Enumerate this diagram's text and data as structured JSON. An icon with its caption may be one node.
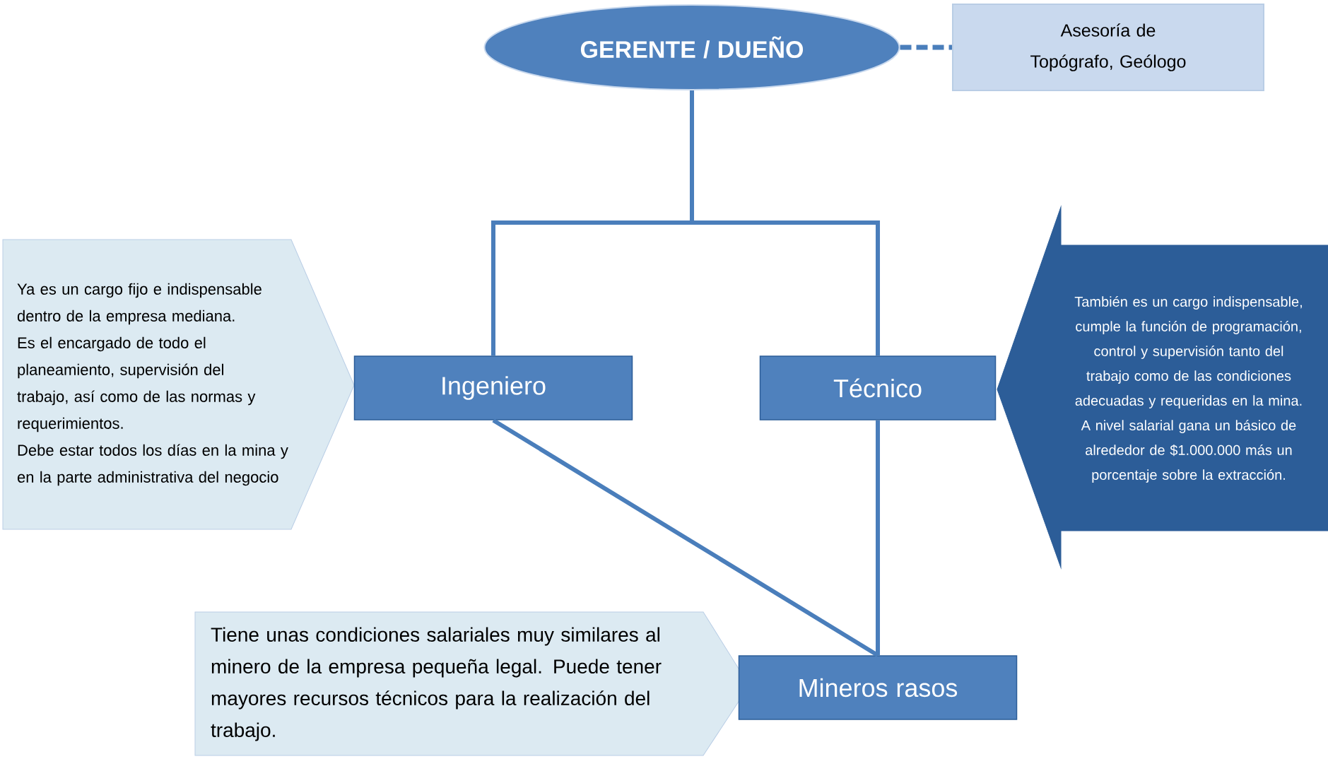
{
  "diagram": {
    "nodes": [
      {
        "text": [
          "GERENTE / DUEÑO"
        ]
      },
      {
        "text": [
          "Asesoría de Topógrafo, Geólogo"
        ]
      },
      {
        "text": [
          "Ya es un cargo fijo e indispensable dentro de la empresa mediana.",
          "Es el encargado de todo el planeamiento, supervisión del trabajo, así como de las normas y requerimientos.",
          "Debe estar todos los días en la mina y en la parte administrativa del negocio"
        ]
      },
      {
        "text": [
          "Ingeniero"
        ]
      },
      {
        "text": [
          "Técnico"
        ]
      },
      {
        "text": [
          "También es un cargo indispensable, cumple la función de programación, control y supervisión tanto del trabajo como de las condiciones adecuadas y requeridas en la mina.",
          "A nivel salarial gana un básico de alrededor de  $1.000.000 más un porcentaje sobre la extracción."
        ]
      },
      {
        "text": [
          "Tiene unas condiciones salariales muy similares al minero de la empresa pequeña legal. Puede tener mayores recursos técnicos para la realización del trabajo."
        ]
      },
      {
        "text": [
          "Mineros rasos"
        ]
      }
    ],
    "edges": [
      {
        "from": 0,
        "to": 1,
        "arrow": "none",
        "style": "dashed"
      },
      {
        "from": 0,
        "to": 3,
        "arrow": "none"
      },
      {
        "from": 0,
        "to": 4,
        "arrow": "none"
      },
      {
        "from": 3,
        "to": 7,
        "arrow": "none"
      },
      {
        "from": 4,
        "to": 7,
        "arrow": "none"
      }
    ]
  }
}
